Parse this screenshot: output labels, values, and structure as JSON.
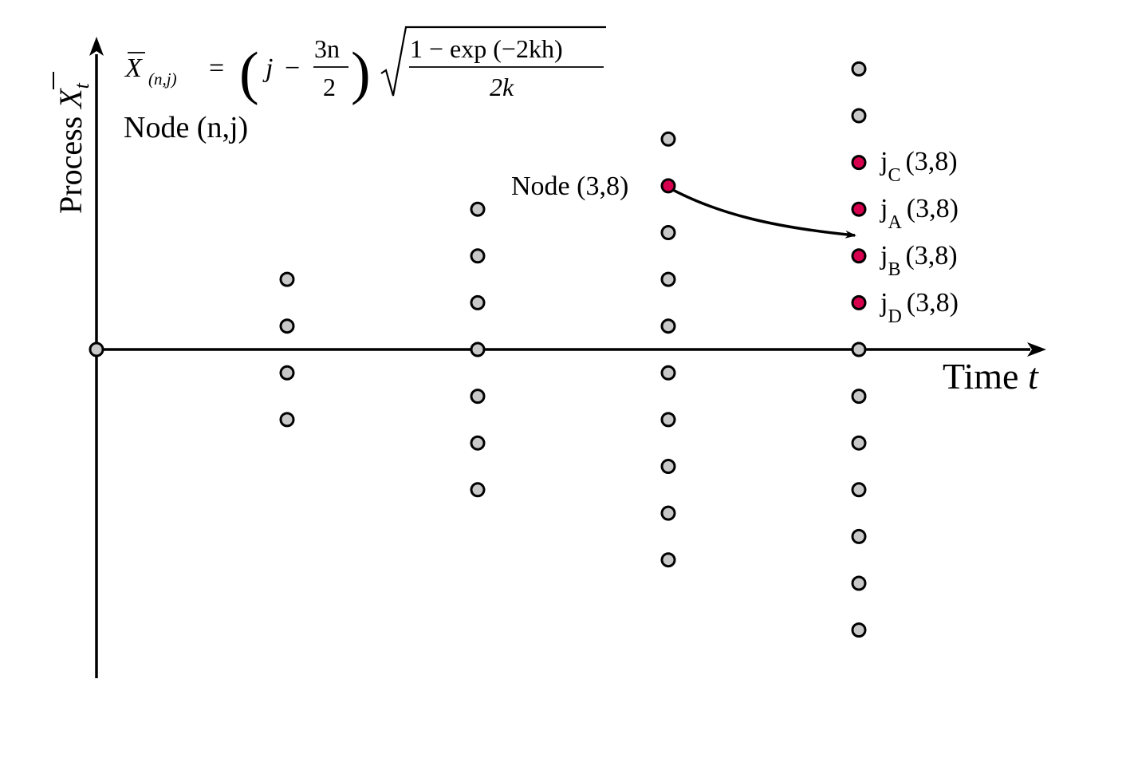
{
  "axes": {
    "y_label_prefix": "Process ",
    "y_label_symbol": "X",
    "y_label_sub": "t",
    "x_label_prefix": "Time ",
    "x_label_var": "t"
  },
  "formula": {
    "lhs_symbol": "X",
    "lhs_sub": "(n,j)",
    "equals": "=",
    "paren_open": "(",
    "paren_close": ")",
    "term_j": "j",
    "minus": "−",
    "frac_num": "3n",
    "frac_den": "2",
    "sqrt_num": "1 − exp (−2kh)",
    "sqrt_den": "2k"
  },
  "legend_text": "Node (n,j)",
  "node_label": "Node (3,8)",
  "branch_labels": [
    {
      "base": "j",
      "sub": "C",
      "coords": "(3,8)"
    },
    {
      "base": "j",
      "sub": "A",
      "coords": "(3,8)"
    },
    {
      "base": "j",
      "sub": "B",
      "coords": "(3,8)"
    },
    {
      "base": "j",
      "sub": "D",
      "coords": "(3,8)"
    }
  ],
  "colors": {
    "node_fill": "#c8c8c8",
    "highlight_fill": "#d6004f",
    "stroke": "#000000"
  },
  "columns": [
    {
      "n": 0,
      "levels": [
        0
      ],
      "highlight": []
    },
    {
      "n": 1,
      "levels": [
        1.5,
        0.5,
        -0.5,
        -1.5
      ],
      "highlight": []
    },
    {
      "n": 2,
      "levels": [
        3,
        2,
        1,
        0,
        -1,
        -2,
        -3
      ],
      "highlight": []
    },
    {
      "n": 3,
      "levels": [
        4.5,
        3.5,
        2.5,
        1.5,
        0.5,
        -0.5,
        -1.5,
        -2.5,
        -3.5,
        -4.5
      ],
      "highlight": [
        3.5
      ]
    },
    {
      "n": 4,
      "levels": [
        6,
        5,
        4,
        3,
        2,
        1,
        0,
        -1,
        -2,
        -3,
        -4,
        -5,
        -6
      ],
      "highlight": [
        4,
        3,
        2,
        1
      ]
    }
  ]
}
